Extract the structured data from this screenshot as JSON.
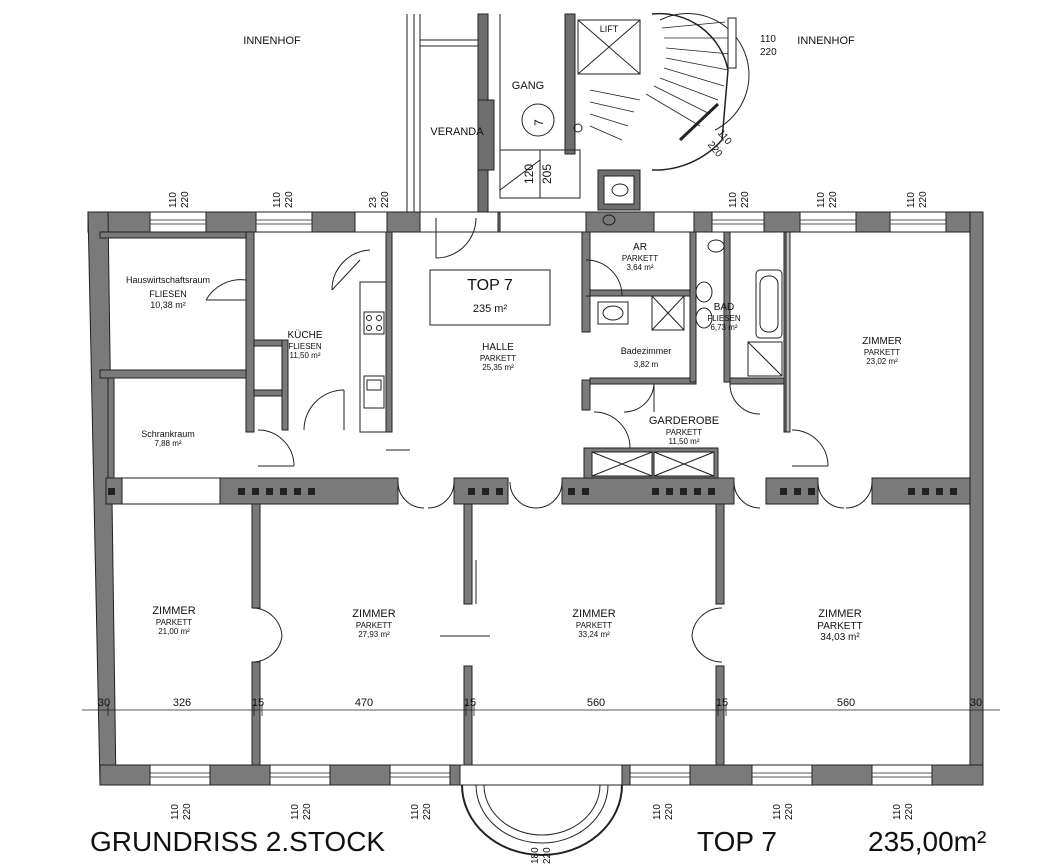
{
  "plan": {
    "title": "GRUNDRISS 2.STOCK",
    "unit_name": "TOP 7",
    "total_area": "235,00m²",
    "box_title": "TOP 7",
    "box_area": "235  m²"
  },
  "outside": {
    "courtyard_left": "INNENHOF",
    "courtyard_right": "INNENHOF",
    "veranda": "VERANDA",
    "corridor": "GANG",
    "lift": "LIFT",
    "stair_no": "7"
  },
  "rooms": {
    "hauswirtschaft": {
      "name": "Hauswirtschaftsraum",
      "floor": "FLIESEN",
      "area": "10,38 m²"
    },
    "kueche": {
      "name": "KÜCHE",
      "floor": "FLIESEN",
      "area": "11,50 m²"
    },
    "halle": {
      "name": "HALLE",
      "floor": "PARKETT",
      "area": "25,35 m²"
    },
    "schrankraum": {
      "name": "Schrankraum",
      "area": "7,88 m²"
    },
    "ar": {
      "name": "AR",
      "floor": "PARKETT",
      "area": "3,64 m²"
    },
    "badezimmer": {
      "name": "Badezimmer",
      "area": "3,82 m"
    },
    "bad": {
      "name": "BAD",
      "floor": "FLIESEN",
      "area": "6,73 m²"
    },
    "zimmer_ne": {
      "name": "ZIMMER",
      "floor": "PARKETT",
      "area": "23,02 m²"
    },
    "garderobe": {
      "name": "GARDEROBE",
      "floor": "PARKETT",
      "area": "11,50 m²"
    },
    "zimmer_1": {
      "name": "ZIMMER",
      "floor": "PARKETT",
      "area": "21,00 m²"
    },
    "zimmer_2": {
      "name": "ZIMMER",
      "floor": "PARKETT",
      "area": "27,93 m²"
    },
    "zimmer_3": {
      "name": "ZIMMER",
      "floor": "PARKETT",
      "area": "33,24 m²"
    },
    "zimmer_4": {
      "name": "ZIMMER",
      "floor": "PARKETT",
      "area": "34,03 m²"
    }
  },
  "dimensions": {
    "d1": "30",
    "d2": "326",
    "d3": "15",
    "d4": "470",
    "d5": "15",
    "d6": "560",
    "d7": "15",
    "d8": "560",
    "d9": "30"
  },
  "window_marks": {
    "w110": "110",
    "w220": "220",
    "w23": "23",
    "w120": "120",
    "w205": "205",
    "w180": "180"
  }
}
